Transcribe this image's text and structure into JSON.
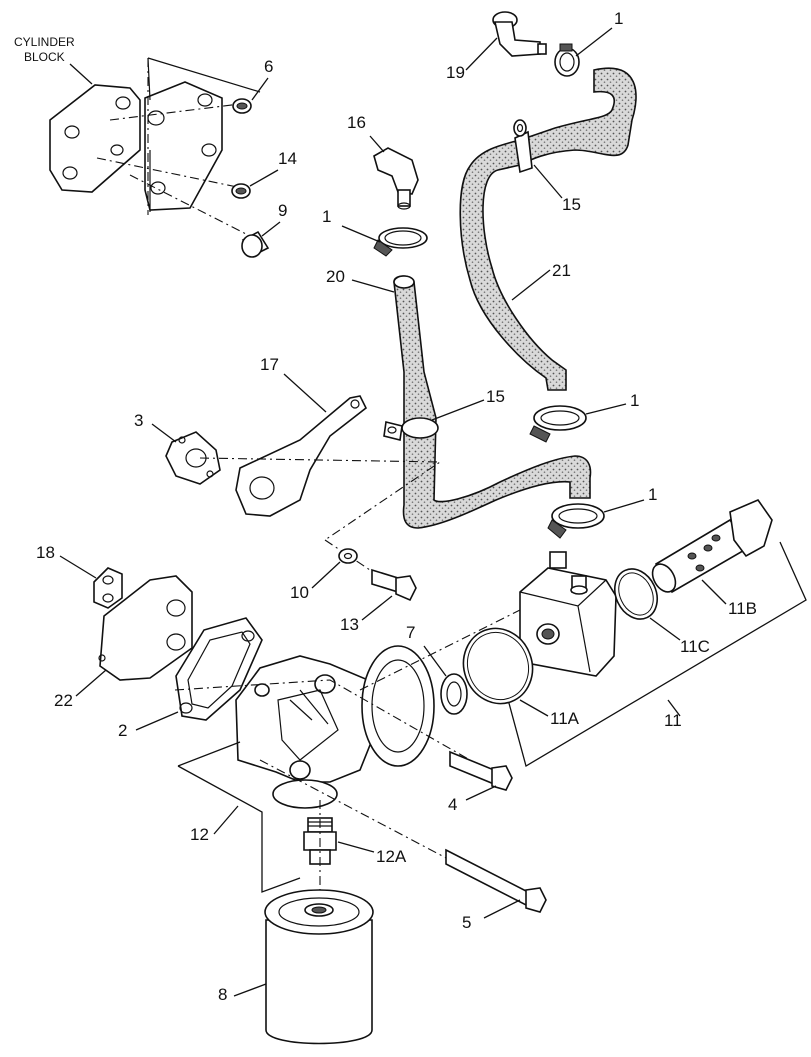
{
  "labels": {
    "cylinder_block_1": "CYLINDER",
    "cylinder_block_2": "BLOCK",
    "p1": "1",
    "p2": "2",
    "p3": "3",
    "p4": "4",
    "p5": "5",
    "p6": "6",
    "p7": "7",
    "p8": "8",
    "p9": "9",
    "p10": "10",
    "p11": "11",
    "p11a": "11A",
    "p11b": "11B",
    "p11c": "11C",
    "p12": "12",
    "p12a": "12A",
    "p13": "13",
    "p14": "14",
    "p15": "15",
    "p16": "16",
    "p17": "17",
    "p18": "18",
    "p19": "19",
    "p20": "20",
    "p21": "21",
    "p22": "22"
  }
}
